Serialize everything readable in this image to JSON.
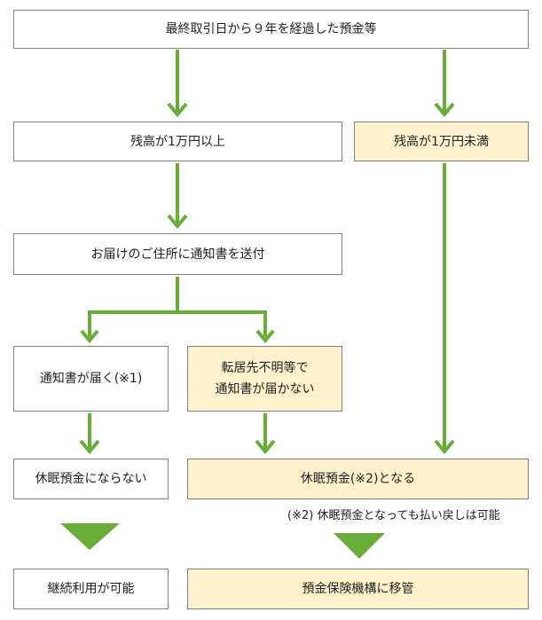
{
  "colors": {
    "arrow": "#6aac3a",
    "box_border": "#7f7f7f",
    "box_fill": "#ffffff",
    "box_fill_highlight": "#fff2cc"
  },
  "boxes": {
    "start": "最終取引日から９年を経過した預金等",
    "balance_over": "残高が1万円以上",
    "balance_under": "残高が1万円未満",
    "send_notice": "お届けのご住所に通知書を送付",
    "notice_delivered": "通知書が届く(※1)",
    "notice_undelivered_line1": "転居先不明等で",
    "notice_undelivered_line2": "通知書が届かない",
    "not_dormant": "休眠預金にならない",
    "becomes_dormant": "休眠預金(※2)となる",
    "continue_use": "継続利用が可能",
    "transfer": "預金保険機構に移管"
  },
  "notes": {
    "note2": "(※2) 休眠預金となっても払い戻しは可能"
  }
}
